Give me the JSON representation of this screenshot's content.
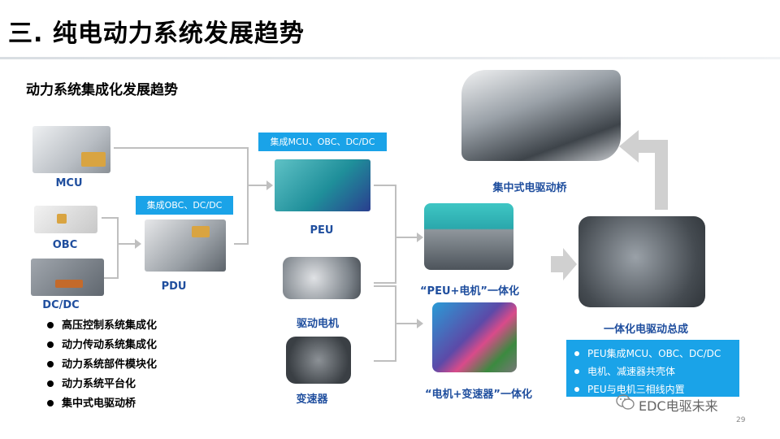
{
  "slide_title": "三. 纯电动力系统发展趋势",
  "subtitle": "动力系统集成化发展趋势",
  "components": {
    "mcu": "MCU",
    "obc": "OBC",
    "dcdc": "DC/DC",
    "pdu": "PDU",
    "peu": "PEU",
    "motor": "驱动电机",
    "reducer": "变速器",
    "peu_motor": "“PEU+电机”一体化",
    "motor_reducer": "“电机+变速器”一体化",
    "central_axle": "集中式电驱动桥",
    "integrated_assembly": "一体化电驱动总成"
  },
  "callouts": {
    "pdu_integration": "集成OBC、DC/DC",
    "peu_integration": "集成MCU、OBC、DC/DC"
  },
  "trend_list": [
    "高压控制系统集成化",
    "动力传动系统集成化",
    "动力系统部件模块化",
    "动力系统平台化",
    "集中式电驱动桥"
  ],
  "summary_list": [
    "PEU集成MCU、OBC、DC/DC",
    "电机、减速器共壳体",
    "PEU与电机三相线内置"
  ],
  "watermark": "EDC电驱未来",
  "page_number": "29",
  "colors": {
    "label_blue": "#1f4e9e",
    "callout_blue": "#1aa3e8",
    "arrow_gray": "#c8c8c8",
    "connector_gray": "#bfbfbf"
  }
}
